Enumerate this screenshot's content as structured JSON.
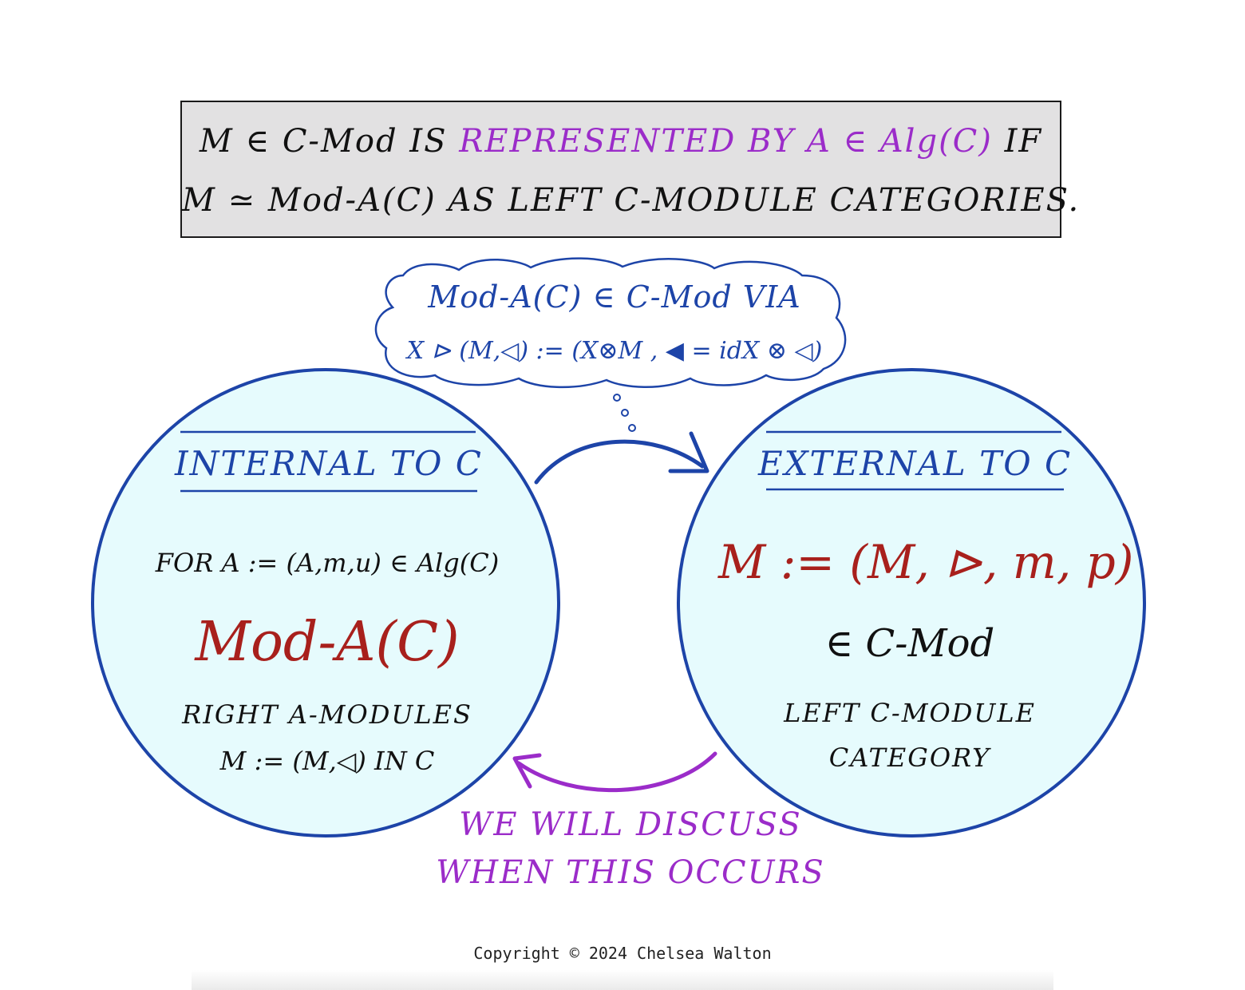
{
  "definition": {
    "line1_a": "M ∈ C-Mod IS ",
    "line1_b": "REPRESENTED BY A ∈ Alg(C)",
    "line1_c": " IF",
    "line2": "M ≃ Mod-A(C) AS LEFT C-MODULE CATEGORIES."
  },
  "thought_cloud": {
    "line1": "Mod-A(C) ∈ C-Mod VIA",
    "line2": "X ⊳ (M,◁) := (X⊗M , ◀ = idX ⊗ ◁)"
  },
  "left_circle": {
    "heading": "INTERNAL TO C",
    "line1": "FOR A := (A,m,u) ∈ Alg(C)",
    "title": "Mod-A(C)",
    "line2": "RIGHT A-MODULES",
    "line3": "M := (M,◁) IN C"
  },
  "right_circle": {
    "heading": "EXTERNAL TO C",
    "line1": "M := (M, ⊳, m, p)",
    "line2": "∈ C-Mod",
    "line3": "LEFT C-MODULE",
    "line4": "CATEGORY"
  },
  "bottom_note": {
    "line1": "WE WILL DISCUSS",
    "line2": "WHEN THIS OCCURS"
  },
  "copyright": "Copyright © 2024 Chelsea Walton",
  "colors": {
    "blue": "#1d44a8",
    "red": "#a8201c",
    "purple": "#9b2cc9",
    "circle_fill": "#e6fbfd",
    "box_fill": "#e2e1e2"
  }
}
